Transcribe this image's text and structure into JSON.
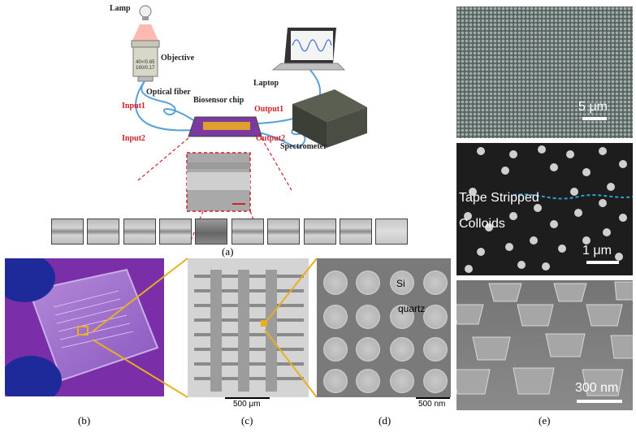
{
  "panel_a": {
    "lamp": "Lamp",
    "objective": "Objective",
    "optical_fiber": "Optical  fiber",
    "laptop": "Laptop",
    "biosensor_chip": "Biosensor chip",
    "input1": "Input1",
    "input2": "Input2",
    "output1": "Output1",
    "output2": "Output2",
    "spectrometer": "Spectrometer",
    "objective_marking_1": "40×/0.65",
    "objective_marking_2": "160/0.17",
    "thumbnail_count": 10,
    "caption": "(a)"
  },
  "panel_b": {
    "caption": "(b)"
  },
  "panel_c": {
    "scale": "500 μm",
    "caption": "(c)"
  },
  "panel_d": {
    "label_si": "Si",
    "label_quartz": "quartz",
    "scale": "500 nm",
    "caption": "(d)"
  },
  "panel_e": {
    "top_scale": "5 μm",
    "mid_label_1": "Tape Stripped",
    "mid_label_2": "Colloids",
    "mid_scale": "1 μm",
    "bottom_scale": "300 nm",
    "caption": "(e)"
  },
  "colors": {
    "red_label": "#d0202a",
    "fiber": "#5aa0d8",
    "callout_yellow": "#e8b020",
    "dashed_blue": "#2a9fd8"
  }
}
